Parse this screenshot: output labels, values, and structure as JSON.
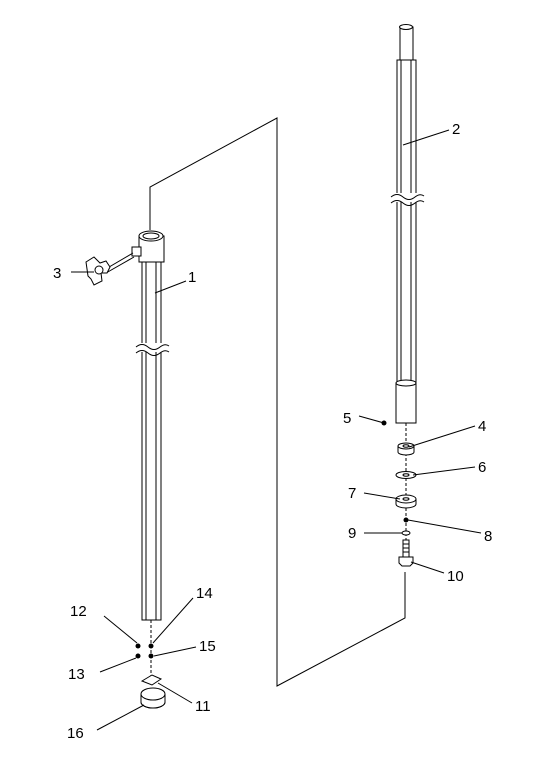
{
  "callouts": {
    "p1": "1",
    "p2": "2",
    "p3": "3",
    "p4": "4",
    "p5": "5",
    "p6": "6",
    "p7": "7",
    "p8": "8",
    "p9": "9",
    "p10": "10",
    "p11": "11",
    "p12": "12",
    "p13": "13",
    "p14": "14",
    "p15": "15",
    "p16": "16"
  }
}
